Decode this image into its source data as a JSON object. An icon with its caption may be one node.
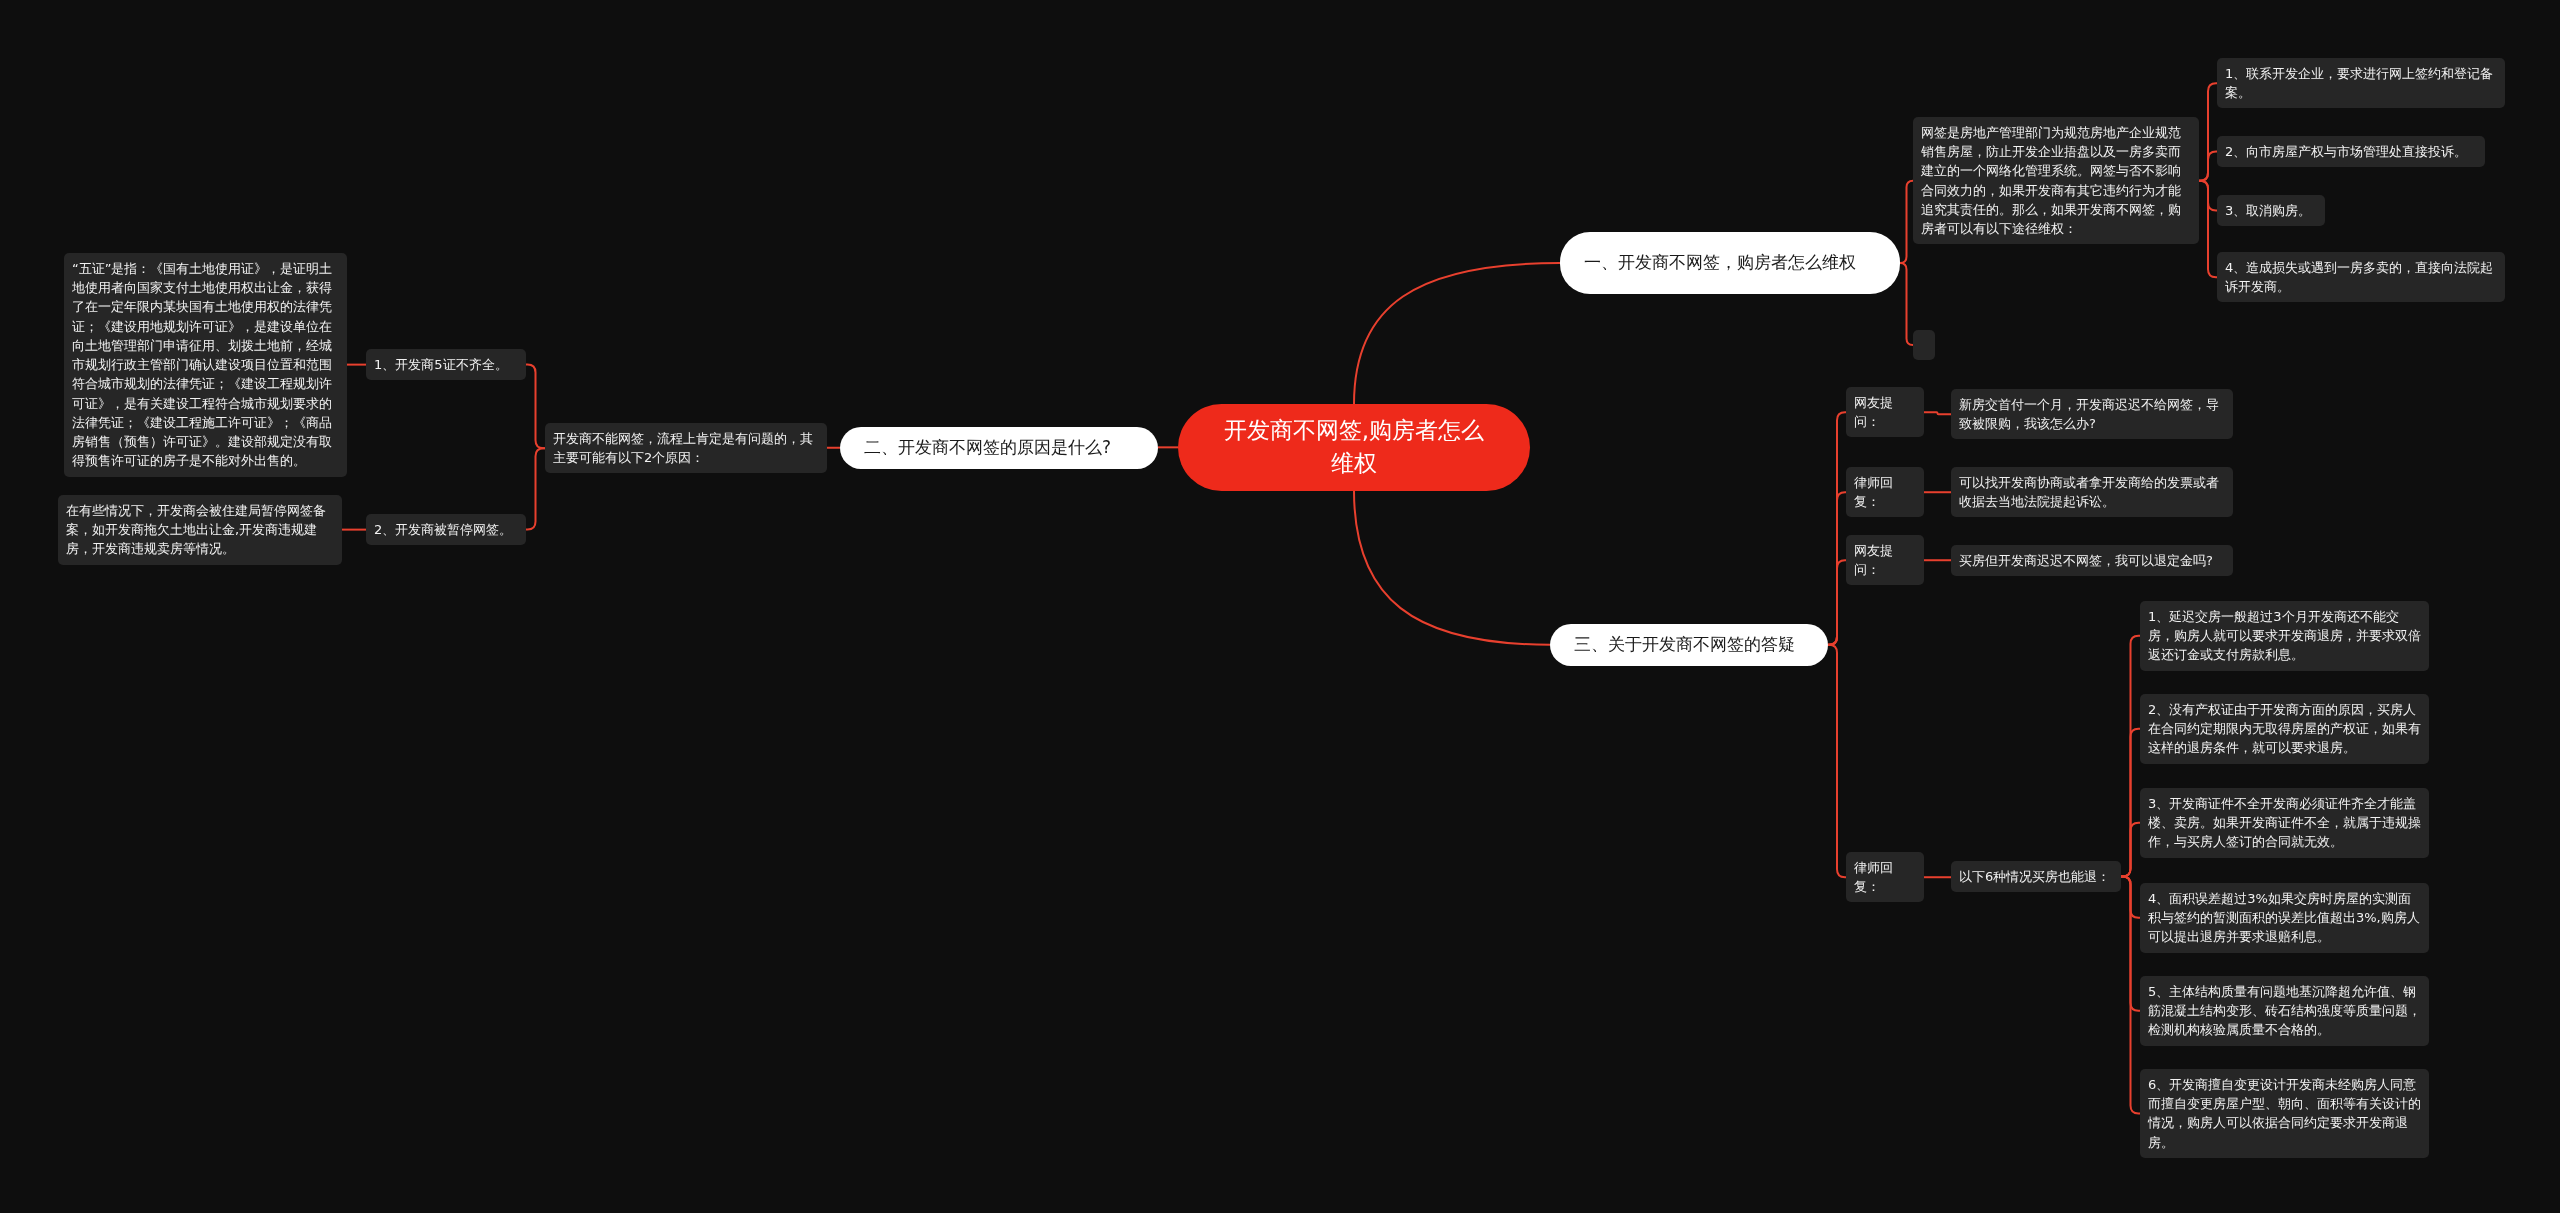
{
  "diagram": {
    "nodes": [
      {
        "text": [
          "开发商不网签,购房者怎么维权"
        ]
      },
      {
        "text": [
          "一、开发商不网签，购房者怎么维权"
        ]
      },
      {
        "text": [
          "网签是房地产管理部门为规范房地产企业规范销售房屋，防止开发企业捂盘以及一房多卖而建立的一个网络化管理系统。网签与否不影响合同效力的，如果开发商有其它违约行为才能追究其责任的。那么，如果开发商不网签，购房者可以有以下途径维权："
        ]
      },
      {
        "text": [
          "1、联系开发企业，要求进行网上签约和登记备案。"
        ]
      },
      {
        "text": [
          "2、向市房屋产权与市场管理处直接投诉。"
        ]
      },
      {
        "text": [
          "3、取消购房。"
        ]
      },
      {
        "text": [
          "4、造成损失或遇到一房多卖的，直接向法院起诉开发商。"
        ]
      },
      {
        "text": [],
        "shape": "box"
      },
      {
        "text": [
          "二、开发商不网签的原因是什么?"
        ]
      },
      {
        "text": [
          "开发商不能网签，流程上肯定是有问题的，其主要可能有以下2个原因："
        ]
      },
      {
        "text": [
          "1、开发商5证不齐全。"
        ]
      },
      {
        "text": [
          "“五证”是指：《国有土地使用证》，是证明土地使用者向国家支付土地使用权出让金，获得了在一定年限内某块国有土地使用权的法律凭证；《建设用地规划许可证》，是建设单位在向土地管理部门申请征用、划拨土地前，经城市规划行政主管部门确认建设项目位置和范围符合城市规划的法律凭证；《建设工程规划许可证》，是有关建设工程符合城市规划要求的法律凭证；《建设工程施工许可证》；《商品房销售（预售）许可证》。建设部规定没有取得预售许可证的房子是不能对外出售的。"
        ]
      },
      {
        "text": [
          "2、开发商被暂停网签。"
        ]
      },
      {
        "text": [
          "在有些情况下，开发商会被住建局暂停网签备案，如开发商拖欠土地出让金,开发商违规建房，开发商违规卖房等情况。"
        ]
      },
      {
        "text": [
          "三、关于开发商不网签的答疑"
        ]
      },
      {
        "text": [
          "网友提问："
        ]
      },
      {
        "text": [
          "新房交首付一个月，开发商迟迟不给网签，导致被限购，我该怎么办?"
        ]
      },
      {
        "text": [
          "律师回复："
        ]
      },
      {
        "text": [
          "可以找开发商协商或者拿开发商给的发票或者收据去当地法院提起诉讼。"
        ]
      },
      {
        "text": [
          "网友提问："
        ]
      },
      {
        "text": [
          "买房但开发商迟迟不网签，我可以退定金吗?"
        ]
      },
      {
        "text": [
          "律师回复："
        ]
      },
      {
        "text": [
          "以下6种情况买房也能退："
        ]
      },
      {
        "text": [
          "1、延迟交房一般超过3个月开发商还不能交房，购房人就可以要求开发商退房，并要求双倍返还订金或支付房款利息。"
        ]
      },
      {
        "text": [
          "2、没有产权证由于开发商方面的原因，买房人在合同约定期限内无取得房屋的产权证，如果有这样的退房条件，就可以要求退房。"
        ]
      },
      {
        "text": [
          "3、开发商证件不全开发商必须证件齐全才能盖楼、卖房。如果开发商证件不全，就属于违规操作，与买房人签订的合同就无效。"
        ]
      },
      {
        "text": [
          "4、面积误差超过3%如果交房时房屋的实测面积与签约的暂测面积的误差比值超出3%,购房人可以提出退房并要求退赔利息。"
        ]
      },
      {
        "text": [
          "5、主体结构质量有问题地基沉降超允许值、钢筋混凝土结构变形、砖石结构强度等质量问题，检测机构核验属质量不合格的。"
        ]
      },
      {
        "text": [
          "6、开发商擅自变更设计开发商未经购房人同意而擅自变更房屋户型、朝向、面积等有关设计的情况，购房人可以依据合同约定要求开发商退房。"
        ]
      }
    ],
    "edges": [
      {
        "from": 0,
        "to": 1,
        "arrow": "none"
      },
      {
        "from": 1,
        "to": 2,
        "arrow": "none"
      },
      {
        "from": 2,
        "to": 3,
        "arrow": "none"
      },
      {
        "from": 2,
        "to": 4,
        "arrow": "none"
      },
      {
        "from": 2,
        "to": 5,
        "arrow": "none"
      },
      {
        "from": 2,
        "to": 6,
        "arrow": "none"
      },
      {
        "from": 1,
        "to": 7,
        "arrow": "none"
      },
      {
        "from": 0,
        "to": 8,
        "arrow": "none"
      },
      {
        "from": 8,
        "to": 9,
        "arrow": "none"
      },
      {
        "from": 9,
        "to": 10,
        "arrow": "none"
      },
      {
        "from": 10,
        "to": 11,
        "arrow": "none"
      },
      {
        "from": 9,
        "to": 12,
        "arrow": "none"
      },
      {
        "from": 12,
        "to": 13,
        "arrow": "none"
      },
      {
        "from": 0,
        "to": 14,
        "arrow": "none"
      },
      {
        "from": 14,
        "to": 15,
        "arrow": "none"
      },
      {
        "from": 15,
        "to": 16,
        "arrow": "none"
      },
      {
        "from": 14,
        "to": 17,
        "arrow": "none"
      },
      {
        "from": 17,
        "to": 18,
        "arrow": "none"
      },
      {
        "from": 14,
        "to": 19,
        "arrow": "none"
      },
      {
        "from": 19,
        "to": 20,
        "arrow": "none"
      },
      {
        "from": 14,
        "to": 21,
        "arrow": "none"
      },
      {
        "from": 21,
        "to": 22,
        "arrow": "none"
      },
      {
        "from": 22,
        "to": 23,
        "arrow": "none"
      },
      {
        "from": 22,
        "to": 24,
        "arrow": "none"
      },
      {
        "from": 22,
        "to": 25,
        "arrow": "none"
      },
      {
        "from": 22,
        "to": 26,
        "arrow": "none"
      },
      {
        "from": 22,
        "to": 27,
        "arrow": "none"
      },
      {
        "from": 22,
        "to": 28,
        "arrow": "none"
      }
    ]
  }
}
